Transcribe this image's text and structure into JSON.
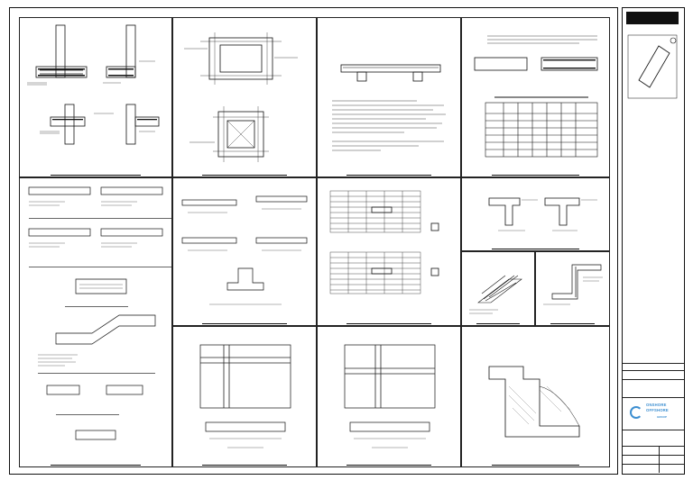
{
  "sheet": {
    "details": [
      {
        "id": "d1",
        "caption": ""
      },
      {
        "id": "d2",
        "caption": ""
      },
      {
        "id": "d3",
        "caption": ""
      },
      {
        "id": "d4",
        "caption": ""
      },
      {
        "id": "d5",
        "caption": ""
      },
      {
        "id": "d6",
        "caption": ""
      },
      {
        "id": "d7",
        "caption": ""
      },
      {
        "id": "d8",
        "caption": ""
      },
      {
        "id": "d9",
        "caption": ""
      },
      {
        "id": "d10",
        "caption": ""
      },
      {
        "id": "d11",
        "caption": ""
      },
      {
        "id": "d12",
        "caption": ""
      },
      {
        "id": "d13",
        "caption": ""
      },
      {
        "id": "d14",
        "caption": ""
      },
      {
        "id": "d15",
        "caption": ""
      }
    ]
  },
  "title_block": {
    "client_name": "",
    "project_name": "",
    "logo": {
      "word1": "ONSHORE",
      "word2": "OFFSHORE",
      "word3": "GROUP",
      "color": "#3d8fd1"
    },
    "drawing_title": ""
  },
  "colors": {
    "line": "#111111",
    "logo": "#3d8fd1",
    "paper": "#ffffff"
  }
}
